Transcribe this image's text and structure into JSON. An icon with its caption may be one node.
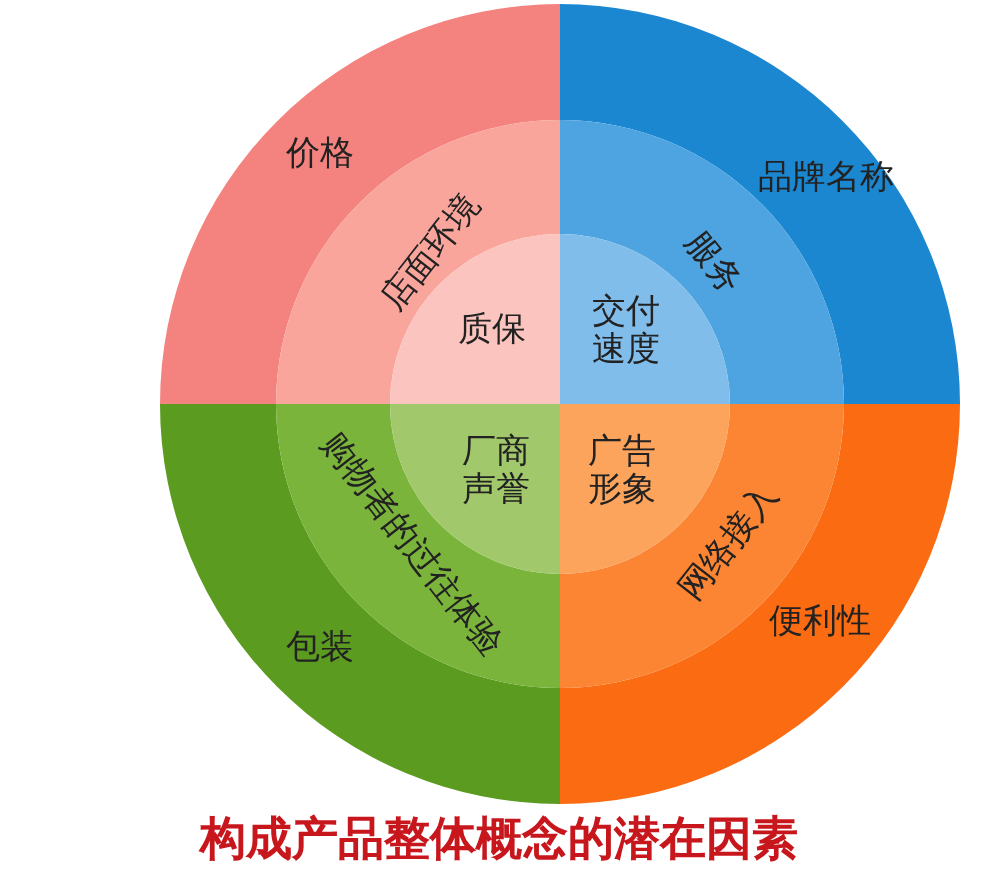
{
  "diagram": {
    "title": "构成产品整体概念的潜在因素",
    "nodes": [
      {
        "text": [
          "价格"
        ]
      },
      {
        "text": [
          "品牌名称"
        ]
      },
      {
        "text": [
          "包装"
        ]
      },
      {
        "text": [
          "便利性"
        ]
      },
      {
        "text": [
          "店面环境"
        ]
      },
      {
        "text": [
          "服务"
        ]
      },
      {
        "text": [
          "购物者的过往体验"
        ]
      },
      {
        "text": [
          "网络接入"
        ]
      },
      {
        "text": [
          "质保"
        ]
      },
      {
        "text": [
          "交付速度"
        ]
      },
      {
        "text": [
          "厂商声誉"
        ]
      },
      {
        "text": [
          "广告形象"
        ]
      }
    ]
  }
}
